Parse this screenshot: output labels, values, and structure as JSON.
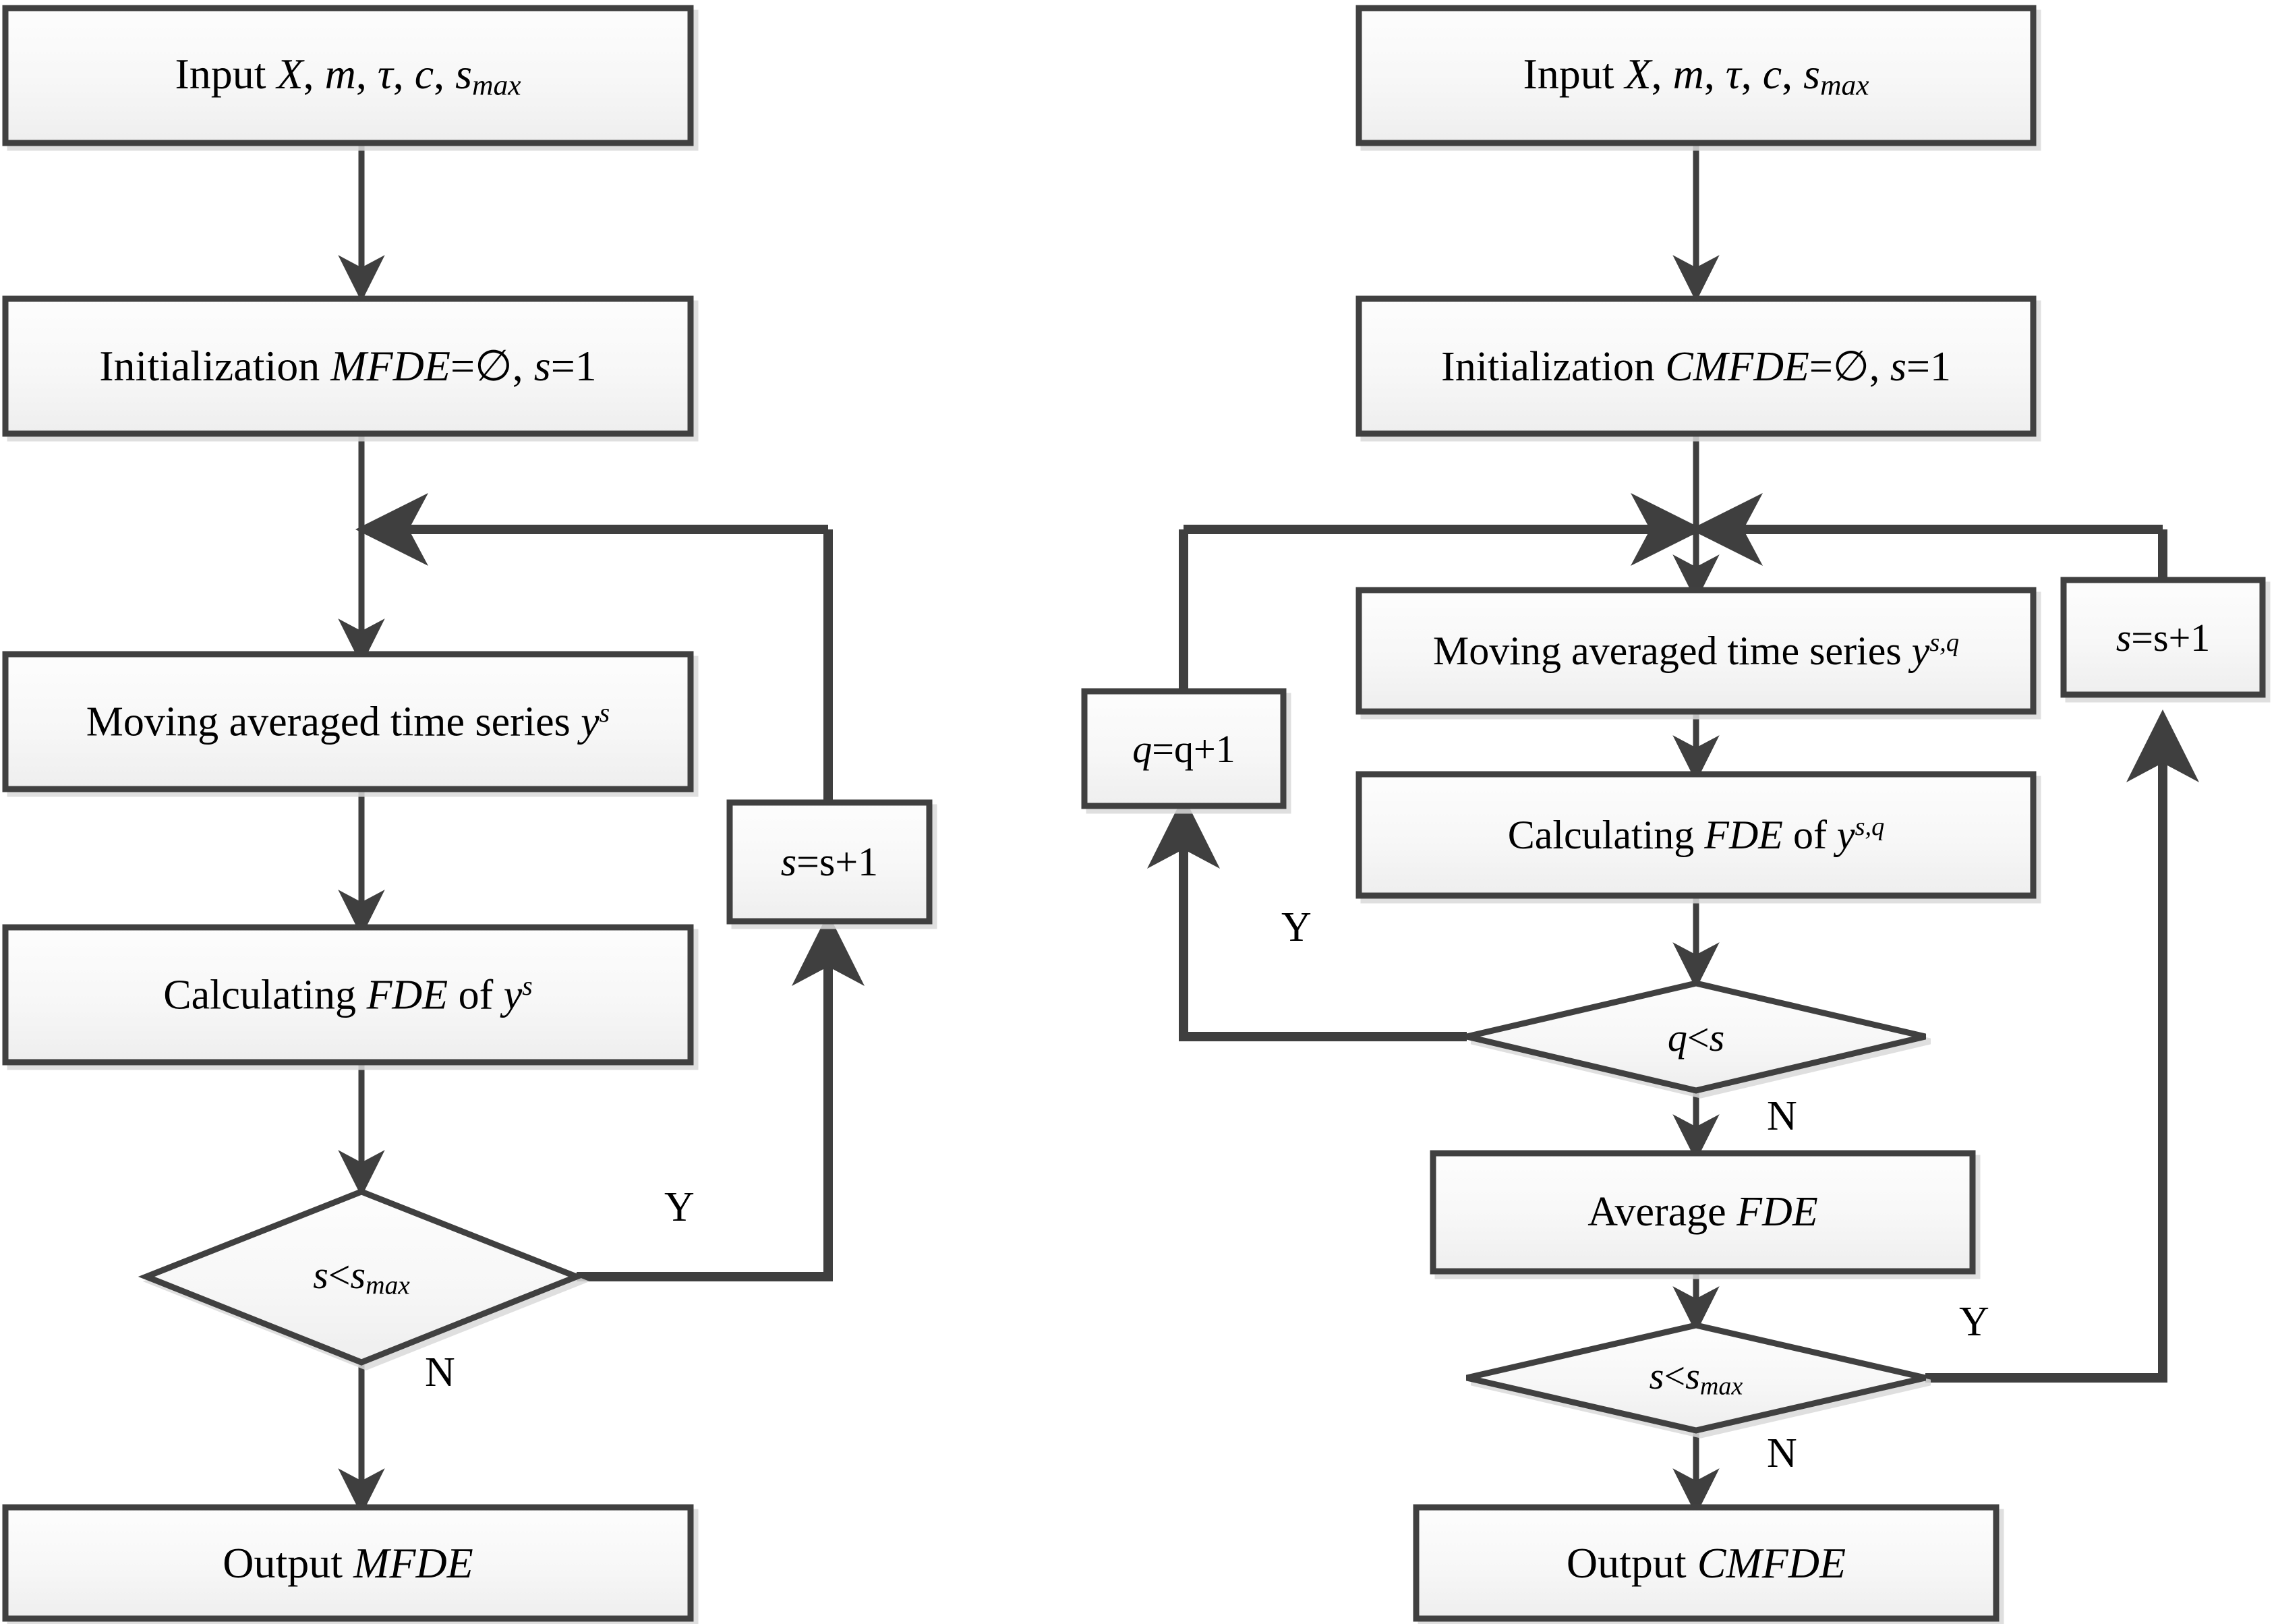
{
  "diagram": {
    "type": "flowchart",
    "title": "MFDE and CMFDE algorithm flowcharts",
    "colors": {
      "node_fill_top": "#fcfcfc",
      "node_fill_bottom": "#efefef",
      "node_stroke": "#3f3f3f",
      "connector": "#3f3f3f",
      "text": "#000000",
      "background": "#ffffff"
    }
  },
  "left_flowchart": {
    "name": "MFDE",
    "nodes": [
      {
        "id": "l-input",
        "shape": "process",
        "text": "Input X, m, τ, c, smax",
        "plain": "Input X, m, tau, c, s_max"
      },
      {
        "id": "l-init",
        "shape": "process",
        "text": "Initialization MFDE=∅, s=1",
        "plain": "Initialization MFDE=0, s=1"
      },
      {
        "id": "l-moving",
        "shape": "process",
        "text": "Moving averaged time series ys",
        "plain": "Moving averaged time series y^s"
      },
      {
        "id": "l-calc",
        "shape": "process",
        "text": "Calculating FDE of ys",
        "plain": "Calculating FDE of y^s"
      },
      {
        "id": "l-dec",
        "shape": "decision",
        "text": "s<smax",
        "plain": "s<s_max"
      },
      {
        "id": "l-inc",
        "shape": "process",
        "text": "s=s+1",
        "plain": "s=s+1"
      },
      {
        "id": "l-output",
        "shape": "process",
        "text": "Output MFDE",
        "plain": "Output MFDE"
      }
    ],
    "edge_labels": [
      {
        "id": "l-yes",
        "text": "Y"
      },
      {
        "id": "l-no",
        "text": "N"
      }
    ]
  },
  "right_flowchart": {
    "name": "CMFDE",
    "nodes": [
      {
        "id": "r-input",
        "shape": "process",
        "text": "Input X, m, τ, c, smax",
        "plain": "Input X, m, tau, c, s_max"
      },
      {
        "id": "r-init",
        "shape": "process",
        "text": "Initialization CMFDE=∅, s=1",
        "plain": "Initialization CMFDE=0, s=1"
      },
      {
        "id": "r-moving",
        "shape": "process",
        "text": "Moving averaged time series ys,q",
        "plain": "Moving averaged time series y^{s,q}"
      },
      {
        "id": "r-calc",
        "shape": "process",
        "text": "Calculating FDE of ys,q",
        "plain": "Calculating FDE of y^{s,q}"
      },
      {
        "id": "r-qinc",
        "shape": "process",
        "text": "q=q+1",
        "plain": "q=q+1"
      },
      {
        "id": "r-sinc",
        "shape": "process",
        "text": "s=s+1",
        "plain": "s=s+1"
      },
      {
        "id": "r-decq",
        "shape": "decision",
        "text": "q<s",
        "plain": "q<s"
      },
      {
        "id": "r-avg",
        "shape": "process",
        "text": "Average FDE",
        "plain": "Average FDE"
      },
      {
        "id": "r-decs",
        "shape": "decision",
        "text": "s<smax",
        "plain": "s<s_max"
      },
      {
        "id": "r-output",
        "shape": "process",
        "text": "Output CMFDE",
        "plain": "Output CMFDE"
      }
    ],
    "edge_labels": [
      {
        "id": "r-yesq",
        "text": "Y"
      },
      {
        "id": "r-noq",
        "text": "N"
      },
      {
        "id": "r-yess",
        "text": "Y"
      },
      {
        "id": "r-nos",
        "text": "N"
      }
    ]
  },
  "text_fragments": {
    "input_lead": "Input ",
    "X": "X",
    "comma_sp": ", ",
    "m": "m",
    "tau": "τ",
    "c": "c",
    "s": "s",
    "max": "max",
    "init_lead": "Initialization ",
    "MFDE": "MFDE",
    "CMFDE": "CMFDE",
    "empty_eq": "=∅, ",
    "s_eq_1": "=1",
    "moving_lead": "Moving averaged time series ",
    "y": "y",
    "sup_s": "s",
    "sup_sq": "s,q",
    "calc_lead": "Calculating ",
    "FDE": "FDE",
    "of": " of ",
    "s_inc": "=s+1",
    "q": "q",
    "q_inc": "=q+1",
    "lt": "<",
    "avg_lead": "Average ",
    "out_lead": "Output ",
    "Y": "Y",
    "N": "N"
  }
}
